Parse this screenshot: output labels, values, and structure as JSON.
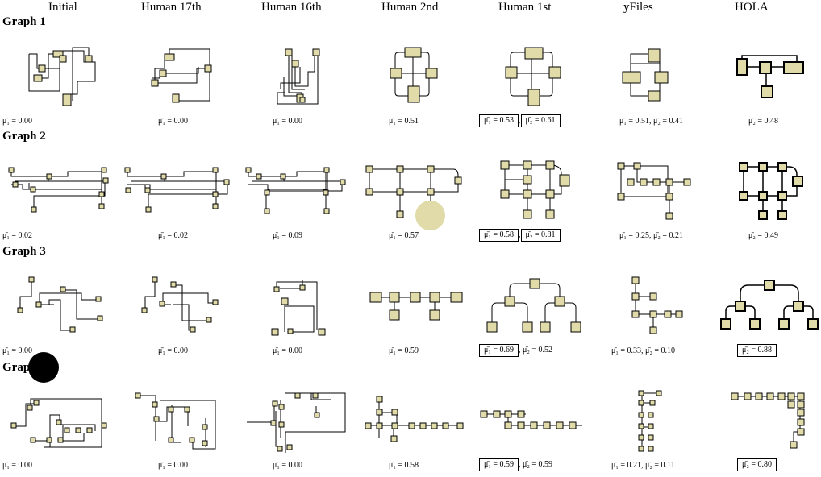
{
  "columns": [
    "Initial",
    "Human 17th",
    "Human 16th",
    "Human 2nd",
    "Human 1st",
    "yFiles",
    "HOLA"
  ],
  "rows": [
    {
      "label": "Graph 1",
      "metrics": [
        {
          "parts": [
            {
              "text": "μ̄₁ = 0.00",
              "boxed": false
            }
          ]
        },
        {
          "parts": [
            {
              "text": "μ̄₁ = 0.00",
              "boxed": false
            }
          ]
        },
        {
          "parts": [
            {
              "text": "μ̄₁ = 0.00",
              "boxed": false
            }
          ]
        },
        {
          "parts": [
            {
              "text": "μ̄₁ = 0.51",
              "boxed": false
            }
          ]
        },
        {
          "parts": [
            {
              "text": "μ̄₁ = 0.53",
              "boxed": true
            },
            {
              "text": ",",
              "boxed": false
            },
            {
              "text": "μ̄₂ = 0.61",
              "boxed": true
            }
          ]
        },
        {
          "parts": [
            {
              "text": "μ̄₁ = 0.51, μ̄₂ = 0.41",
              "boxed": false
            }
          ]
        },
        {
          "parts": [
            {
              "text": "μ̄₂ = 0.48",
              "boxed": false
            }
          ]
        }
      ]
    },
    {
      "label": "Graph 2",
      "metrics": [
        {
          "parts": [
            {
              "text": "μ̄₁ = 0.02",
              "boxed": false
            }
          ]
        },
        {
          "parts": [
            {
              "text": "μ̄₁ = 0.02",
              "boxed": false
            }
          ]
        },
        {
          "parts": [
            {
              "text": "μ̄₁ = 0.09",
              "boxed": false
            }
          ]
        },
        {
          "parts": [
            {
              "text": "μ̄₁ = 0.57",
              "boxed": false
            }
          ]
        },
        {
          "parts": [
            {
              "text": "μ̄₁ = 0.58",
              "boxed": true
            },
            {
              "text": ",",
              "boxed": false
            },
            {
              "text": "μ̄₂ = 0.81",
              "boxed": true
            }
          ]
        },
        {
          "parts": [
            {
              "text": "μ̄₁ = 0.25, μ̄₂ = 0.21",
              "boxed": false
            }
          ]
        },
        {
          "parts": [
            {
              "text": "μ̄₂ = 0.49",
              "boxed": false
            }
          ]
        }
      ]
    },
    {
      "label": "Graph 3",
      "metrics": [
        {
          "parts": [
            {
              "text": "μ̄₁ = 0.00",
              "boxed": false
            }
          ]
        },
        {
          "parts": [
            {
              "text": "μ̄₁ = 0.00",
              "boxed": false
            }
          ]
        },
        {
          "parts": [
            {
              "text": "μ̄₁ = 0.00",
              "boxed": false
            }
          ]
        },
        {
          "parts": [
            {
              "text": "μ̄₁ = 0.59",
              "boxed": false
            }
          ]
        },
        {
          "parts": [
            {
              "text": "μ̄₁ = 0.69",
              "boxed": true
            },
            {
              "text": ", μ̄₂ = 0.52",
              "boxed": false
            }
          ]
        },
        {
          "parts": [
            {
              "text": "μ̄₁ = 0.33, μ̄₂ = 0.10",
              "boxed": false
            }
          ]
        },
        {
          "parts": [
            {
              "text": "μ̄₂ = 0.88",
              "boxed": true
            }
          ]
        }
      ]
    },
    {
      "label": "Grap",
      "metrics": [
        {
          "parts": [
            {
              "text": "μ̄₁ = 0.00",
              "boxed": false
            }
          ]
        },
        {
          "parts": [
            {
              "text": "μ̄₁ = 0.00",
              "boxed": false
            }
          ]
        },
        {
          "parts": [
            {
              "text": "μ̄₁ = 0.00",
              "boxed": false
            }
          ]
        },
        {
          "parts": [
            {
              "text": "μ̄₁ = 0.58",
              "boxed": false
            }
          ]
        },
        {
          "parts": [
            {
              "text": "μ̄₁ = 0.59",
              "boxed": true
            },
            {
              "text": ", μ̄₂ = 0.59",
              "boxed": false
            }
          ]
        },
        {
          "parts": [
            {
              "text": "μ̄₁ = 0.21, μ̄₂ = 0.11",
              "boxed": false
            }
          ]
        },
        {
          "parts": [
            {
              "text": "μ̄₂ = 0.80",
              "boxed": true
            }
          ]
        }
      ]
    }
  ],
  "overlays": {
    "click_marker_color": "#000000",
    "highlight_marker_color": "#e0dba8"
  }
}
